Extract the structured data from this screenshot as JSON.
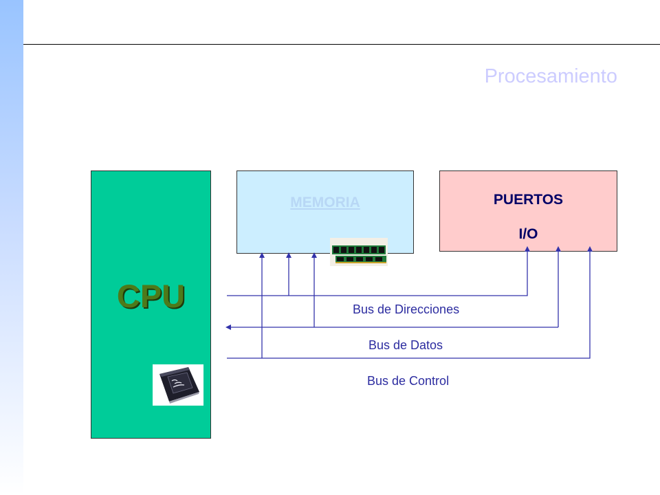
{
  "slide": {
    "title": "Procesamiento"
  },
  "cpu": {
    "label": "CPU"
  },
  "memory": {
    "label": "MEMORIA"
  },
  "io": {
    "line1": "PUERTOS",
    "line2": "I/O"
  },
  "buses": {
    "address": "Bus de Direcciones",
    "data": "Bus de Datos",
    "control": "Bus de Control"
  },
  "colors": {
    "cpu_fill": "#00cc99",
    "memory_fill": "#cceeff",
    "io_fill": "#ffcccc",
    "bus_line": "#3333aa",
    "title": "#ccccff"
  },
  "icons": {
    "cpu_picture": "intel-processor-chip-icon",
    "memory_picture": "ram-module-icon"
  }
}
